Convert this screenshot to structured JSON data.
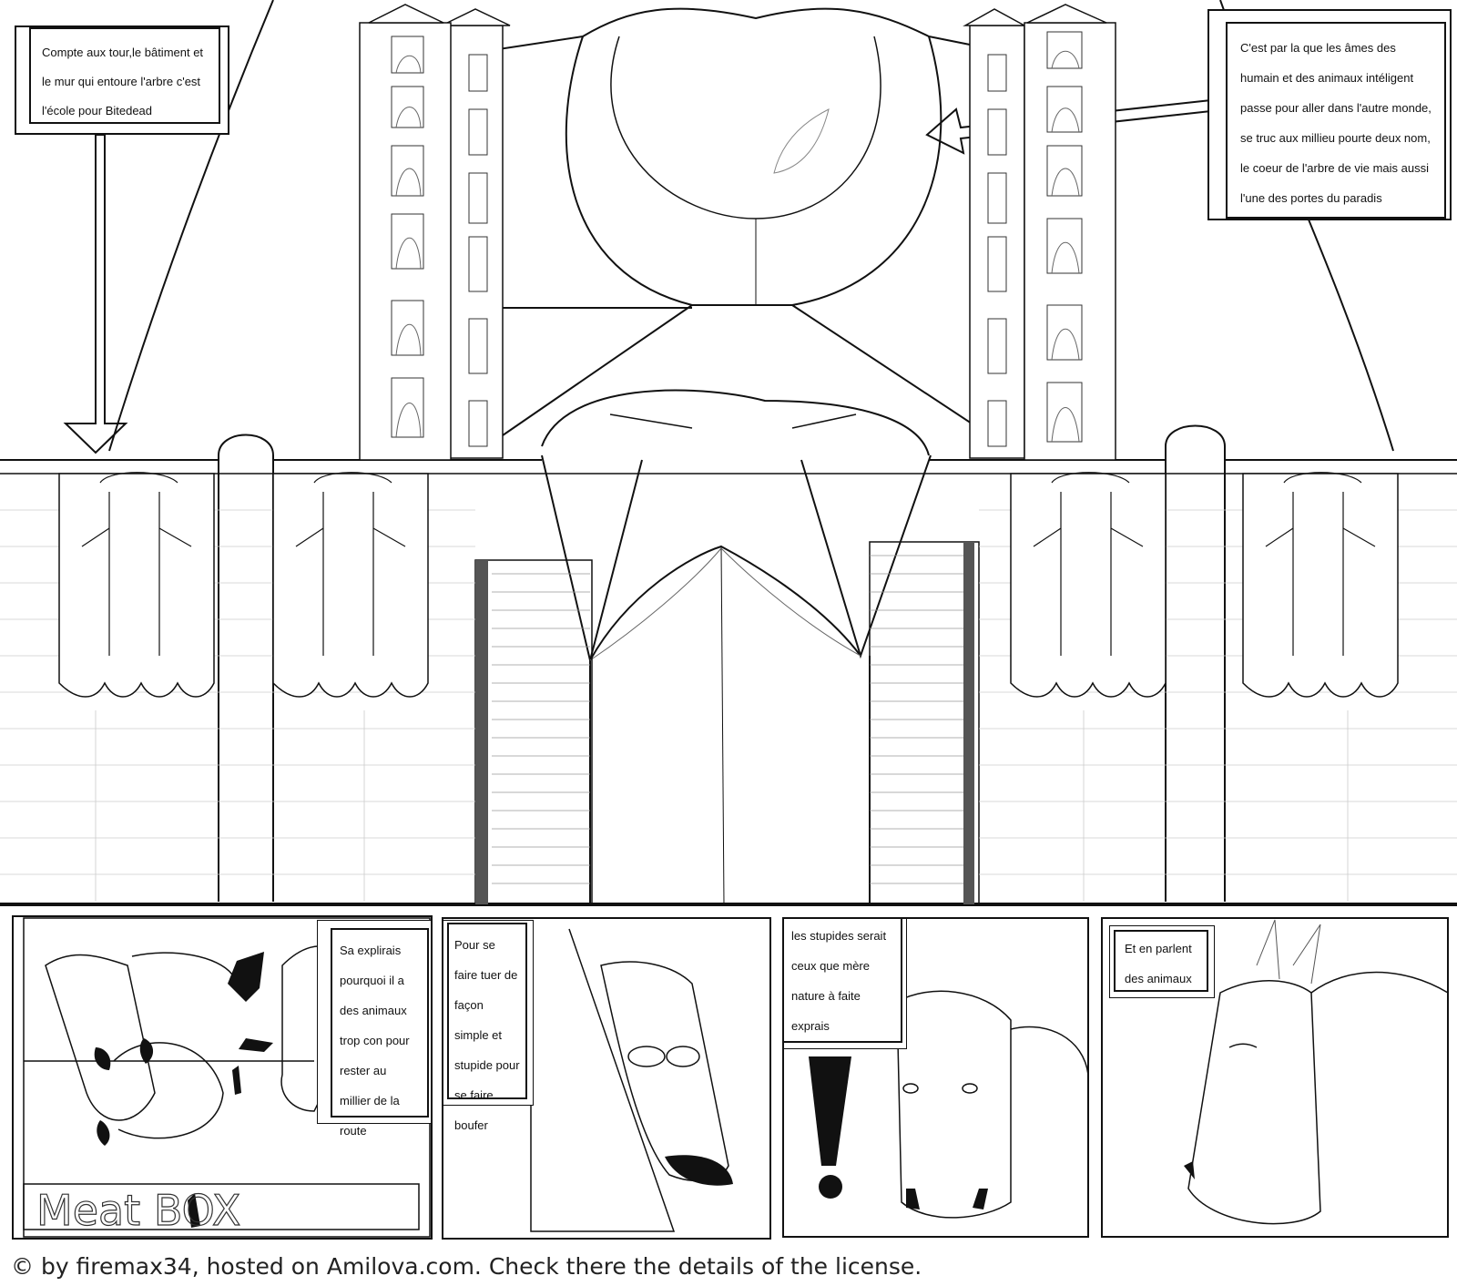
{
  "captions": {
    "school": "Compte aux tour,le bâtiment et le mur qui entoure l'arbre c'est l'école pour Bitedead",
    "souls": "C'est par la que les âmes des humain et des animaux intéligent passe pour aller dans l'autre monde, se truc aux millieu pourte deux nom, le coeur de l'arbre de vie mais aussi l'une des portes du paradis",
    "panel1": "Sa explirais pourquoi il a des animaux trop con pour rester au millier de la route",
    "panel2": "Pour se faire tuer de façon simple et stupide pour se faire boufer",
    "panel3": "les stupides serait ceux que mère nature à faite exprais",
    "panel4": "Et en parlent des animaux"
  },
  "sign_text": "Meat BOX",
  "footer": "© by firemax34, hosted on Amilova.com. Check there the details of the license."
}
